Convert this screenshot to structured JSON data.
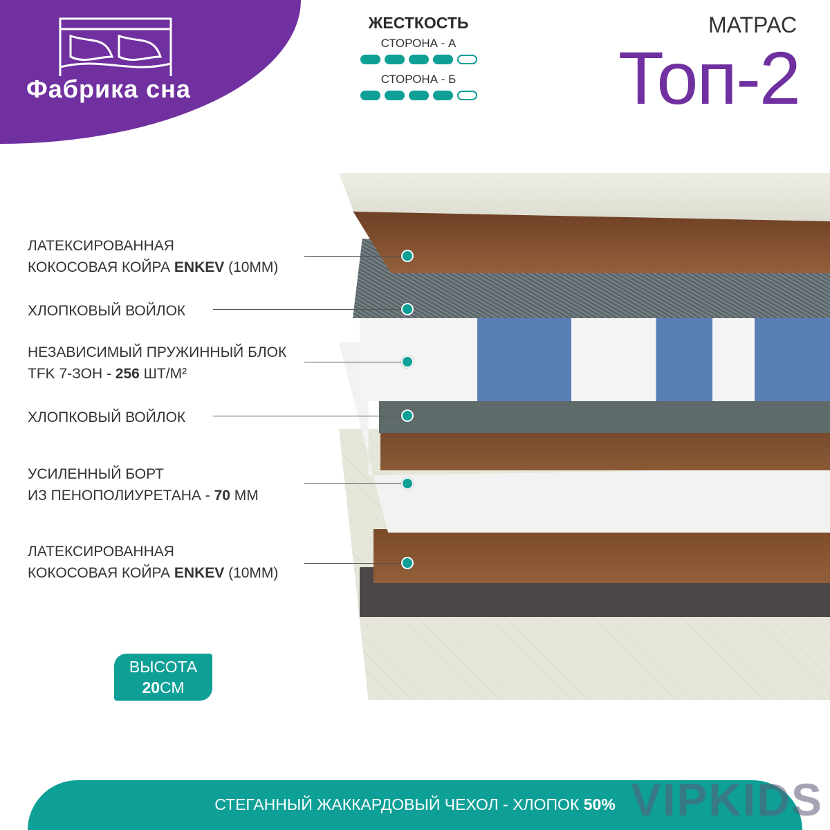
{
  "brand": {
    "name": "Фабрика сна"
  },
  "hardness": {
    "title": "ЖЕСТКОСТЬ",
    "sides": [
      {
        "label": "СТОРОНА - А",
        "level": 4,
        "max": 5
      },
      {
        "label": "СТОРОНА - Б",
        "level": 4,
        "max": 5
      }
    ]
  },
  "product": {
    "kind": "МАТРАС",
    "name": "Топ-2"
  },
  "layers": [
    {
      "line1": "ЛАТЕКСИРОВАННАЯ",
      "line2": "КОКОСОВАЯ КОЙРА ",
      "bold": "ENKEV",
      "tail": " (10ММ)"
    },
    {
      "line1": "ХЛОПКОВЫЙ ВОЙЛОК"
    },
    {
      "line1": "НЕЗАВИСИМЫЙ ПРУЖИННЫЙ БЛОК",
      "line2": "TFK 7-ЗОН - ",
      "bold": "256",
      "tail": " ШТ/М²"
    },
    {
      "line1": "ХЛОПКОВЫЙ ВОЙЛОК"
    },
    {
      "line1": "УСИЛЕННЫЙ БОРТ",
      "line2": "ИЗ ПЕНОПОЛИУРЕТАНА - ",
      "bold": "70",
      "tail": " ММ"
    },
    {
      "line1": "ЛАТЕКСИРОВАННАЯ",
      "line2": "КОКОСОВАЯ КОЙРА ",
      "bold": "ENKEV",
      "tail": " (10ММ)"
    }
  ],
  "height": {
    "label": "ВЫСОТА",
    "value": "20",
    "unit": "СМ"
  },
  "footer": {
    "text": "СТЕГАННЫЙ ЖАККАРДОВЫЙ ЧЕХОЛ - ХЛОПОК ",
    "bold": "50%"
  },
  "watermark": "VIPKIDS",
  "colors": {
    "purple": "#7030a0",
    "teal": "#0e9f96"
  }
}
